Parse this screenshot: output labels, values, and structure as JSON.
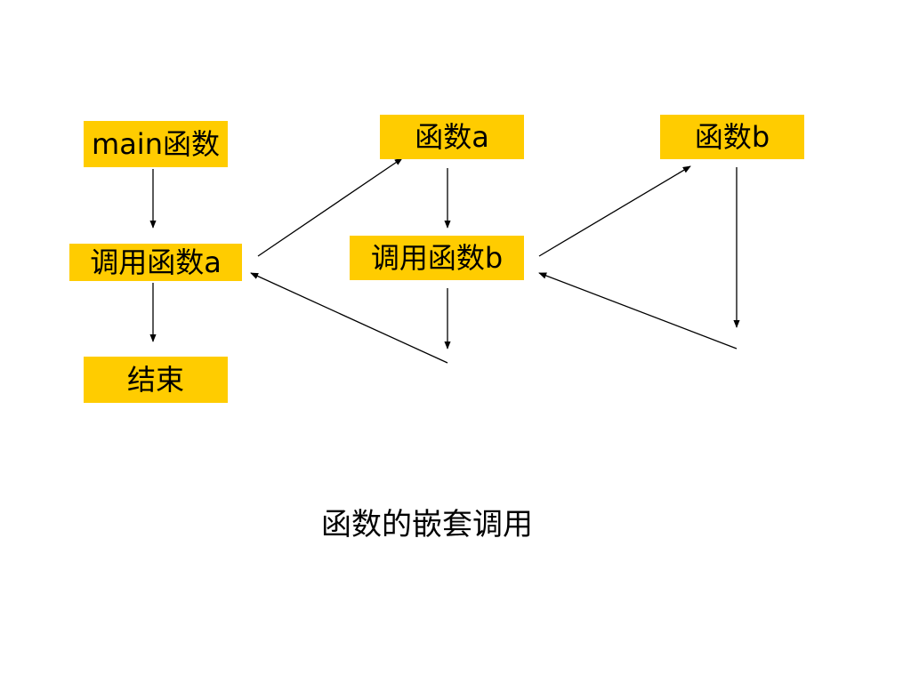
{
  "diagram": {
    "nodes": {
      "main": "main函数",
      "call_a": "调用函数a",
      "end": "结束",
      "func_a": "函数a",
      "call_b": "调用函数b",
      "func_b": "函数b"
    },
    "caption": "函数的嵌套调用"
  },
  "colors": {
    "box_fill": "#ffcc00",
    "arrow": "#000000"
  }
}
